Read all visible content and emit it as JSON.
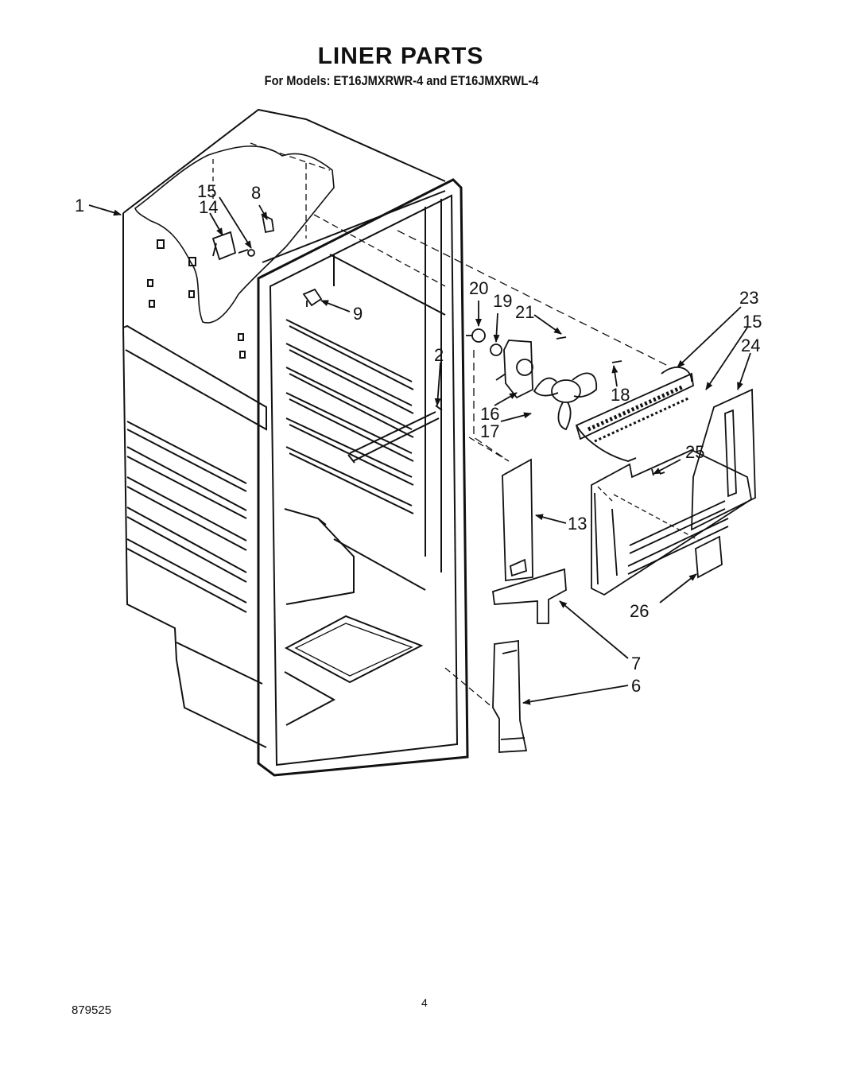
{
  "header": {
    "title": "LINER PARTS",
    "subtitle": "For Models: ET16JMXRWR-4 and ET16JMXRWL-4"
  },
  "callouts": [
    "1",
    "15",
    "14",
    "8",
    "9",
    "2",
    "20",
    "19",
    "21",
    "16",
    "17",
    "18",
    "23",
    "15",
    "24",
    "25",
    "13",
    "26",
    "7",
    "6"
  ],
  "footer": {
    "doc_number": "879525",
    "page_number": "4"
  },
  "colors": {
    "ink": "#111111",
    "paper": "#ffffff"
  }
}
